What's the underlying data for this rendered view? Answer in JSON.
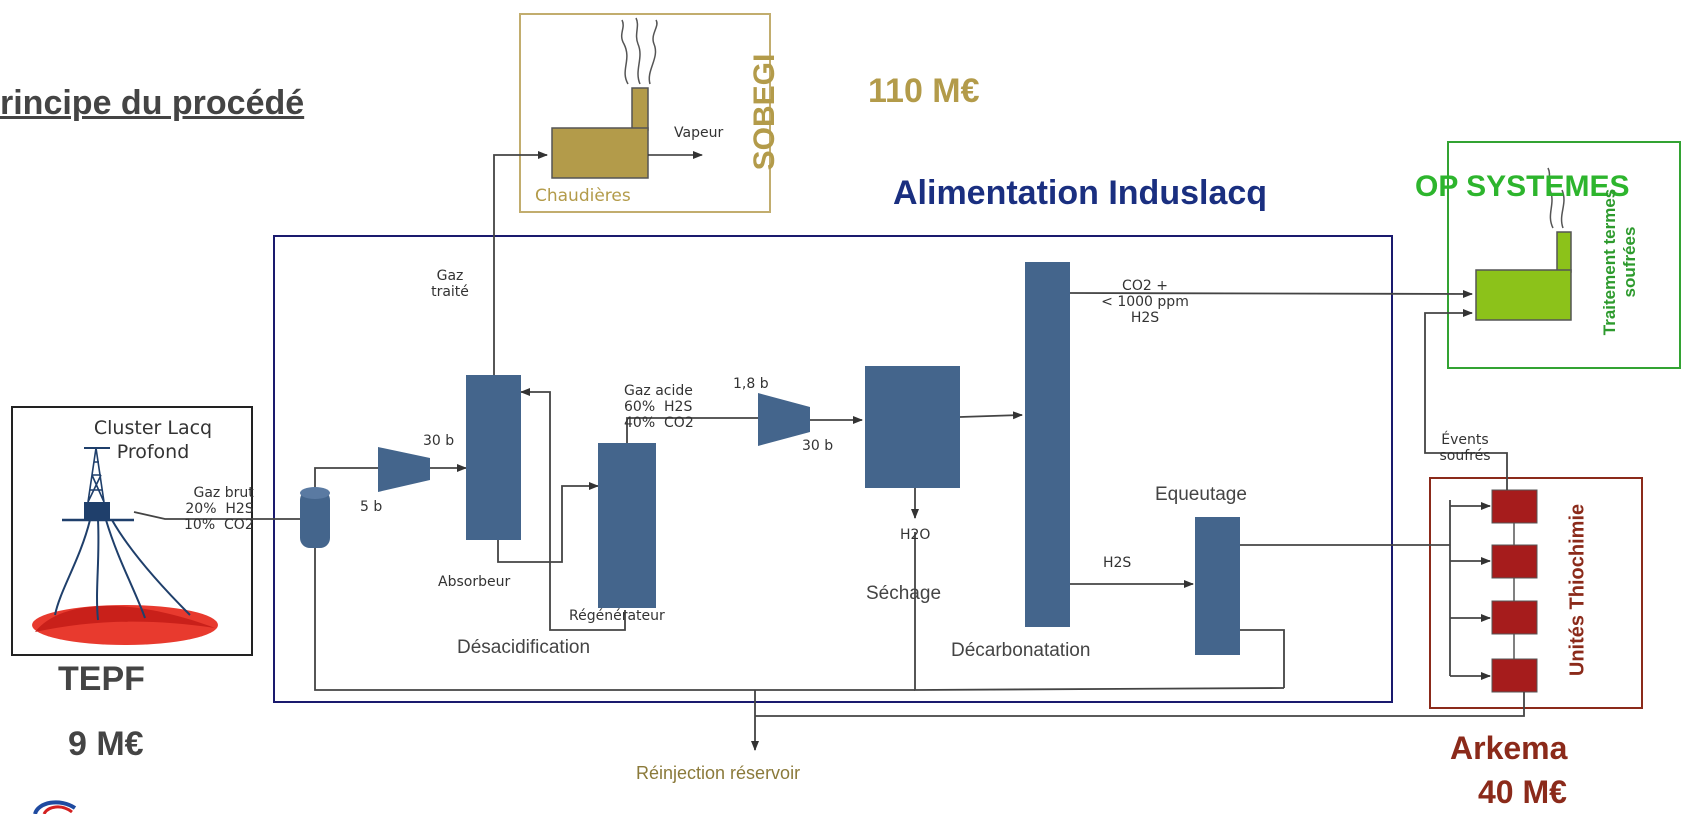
{
  "slide": {
    "title": "rincipe du procédé"
  },
  "tepf": {
    "site_label": "Cluster Lacq\nProfond",
    "name": "TEPF",
    "cost": "9 M€",
    "feed_label": "Gaz brut\n20%  H2S\n10%  CO2"
  },
  "sobegi": {
    "name": "SOBEGI",
    "cost": "110 M€",
    "boiler_label": "Chaudières",
    "steam_label": "Vapeur"
  },
  "induslacq": {
    "title": "Alimentation Induslacq"
  },
  "op_systemes": {
    "name": "OP SYSTEMES",
    "unit_label": "Traitement termes\nsoufrées"
  },
  "arkema": {
    "name": "Arkema",
    "cost": "40 M€",
    "units_label": "Unités Thiochimie",
    "vents_label": "Évents\nsoufrés"
  },
  "process": {
    "treated_gas": "Gaz\ntraité",
    "p_30b_a": "30 b",
    "p_5b": "5 b",
    "absorber": "Absorbeur",
    "acid_gas": "Gaz acide\n60%  H2S\n40%  CO2",
    "p_1_8b": "1,8 b",
    "p_30b_b": "30 b",
    "regenerator": "Régénérateur",
    "deacidification": "Désacidification",
    "h2o": "H2O",
    "drying": "Séchage",
    "co2_out": "CO2 +\n< 1000 ppm\nH2S",
    "h2s": "H2S",
    "topping": "Equeutage",
    "decarbonation": "Décarbonatation",
    "reinjection": "Réinjection réservoir"
  },
  "colors": {
    "block": "#44658c",
    "sobegi": "#b39b4a",
    "op": "#33b533",
    "arkema": "#8b2a1a",
    "frame": "#1a1a6e"
  }
}
